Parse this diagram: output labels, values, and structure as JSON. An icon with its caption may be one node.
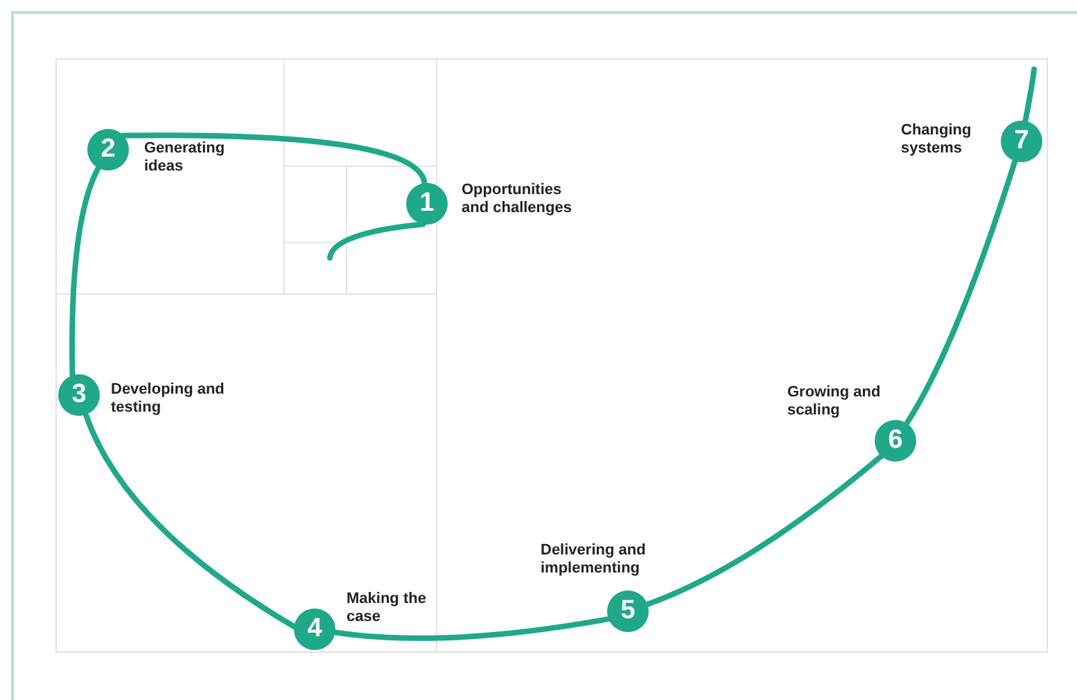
{
  "diagram": {
    "nodes": [
      {
        "text": [
          "1"
        ],
        "beside": [
          "Opportunities and challenges"
        ]
      },
      {
        "text": [
          "2"
        ],
        "beside": [
          "Generating ideas"
        ]
      },
      {
        "text": [
          "3"
        ],
        "beside": [
          "Developing and testing"
        ]
      },
      {
        "text": [
          "4"
        ],
        "beside": [
          "Making the case"
        ]
      },
      {
        "text": [
          "5"
        ],
        "beside": [
          "Delivering and implementing"
        ]
      },
      {
        "text": [
          "6"
        ],
        "beside": [
          "Growing and scaling"
        ]
      },
      {
        "text": [
          "7"
        ],
        "beside": [
          "Changing systems"
        ]
      }
    ],
    "edges": [
      {
        "from": null,
        "to": 0,
        "arrow": "none"
      },
      {
        "from": 0,
        "to": 1,
        "arrow": "none"
      },
      {
        "from": 1,
        "to": 2,
        "arrow": "none"
      },
      {
        "from": 2,
        "to": 3,
        "arrow": "none"
      },
      {
        "from": 3,
        "to": 4,
        "arrow": "none"
      },
      {
        "from": 4,
        "to": 5,
        "arrow": "none"
      },
      {
        "from": 5,
        "to": 6,
        "arrow": "none"
      },
      {
        "from": 6,
        "to": null,
        "arrow": "none"
      }
    ]
  }
}
